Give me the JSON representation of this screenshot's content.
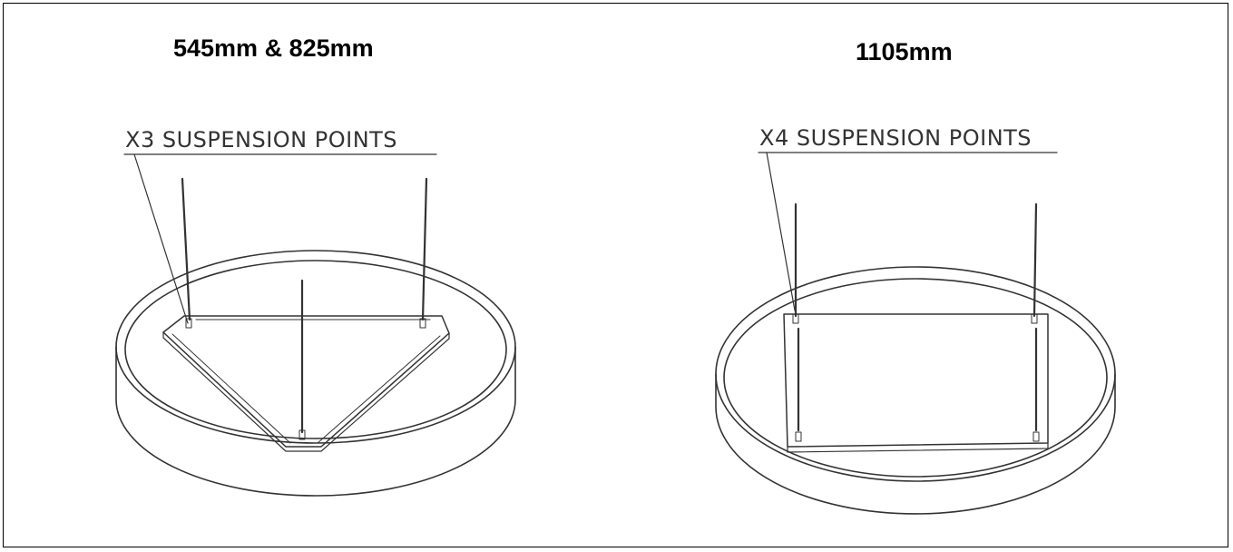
{
  "panels": [
    {
      "title": "545mm & 825mm",
      "callout": "X3 SUSPENSION POINTS"
    },
    {
      "title": "1105mm",
      "callout": "X4 SUSPENSION POINTS"
    }
  ],
  "colors": {
    "line": "#333333",
    "text": "#000000",
    "background": "#ffffff"
  }
}
